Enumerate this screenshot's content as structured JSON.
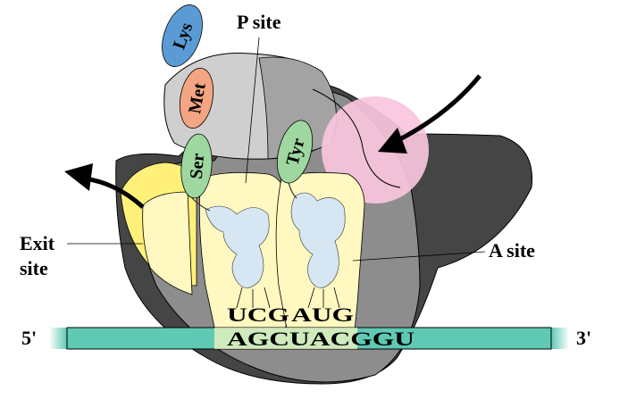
{
  "labels": {
    "p_site": "P site",
    "a_site": "A site",
    "exit_line1": "Exit",
    "exit_line2": "site",
    "five_prime": "5'",
    "three_prime": "3'"
  },
  "trna": {
    "p_anticodon": "UCG",
    "a_anticodon": "AUG"
  },
  "mrna": {
    "sequence": "AGCUACGGU"
  },
  "peptide": [
    {
      "name": "Lys",
      "color": "#5b9bd5"
    },
    {
      "name": "Met",
      "color": "#f4a582"
    },
    {
      "name": "Ser",
      "color": "#9ed8a0"
    }
  ],
  "incoming_amino_acid": {
    "name": "Tyr",
    "color": "#9ed8a0"
  },
  "colors": {
    "large_subunit": "#4a4a4a",
    "small_subunit": "#d0d0d0",
    "mrna": "#5fc9b4",
    "trna_body": "#fff8c0",
    "exit_trna": "#fff07a",
    "entry_zone": "#f9c6dd",
    "trna_core": "#d6e6f2"
  }
}
